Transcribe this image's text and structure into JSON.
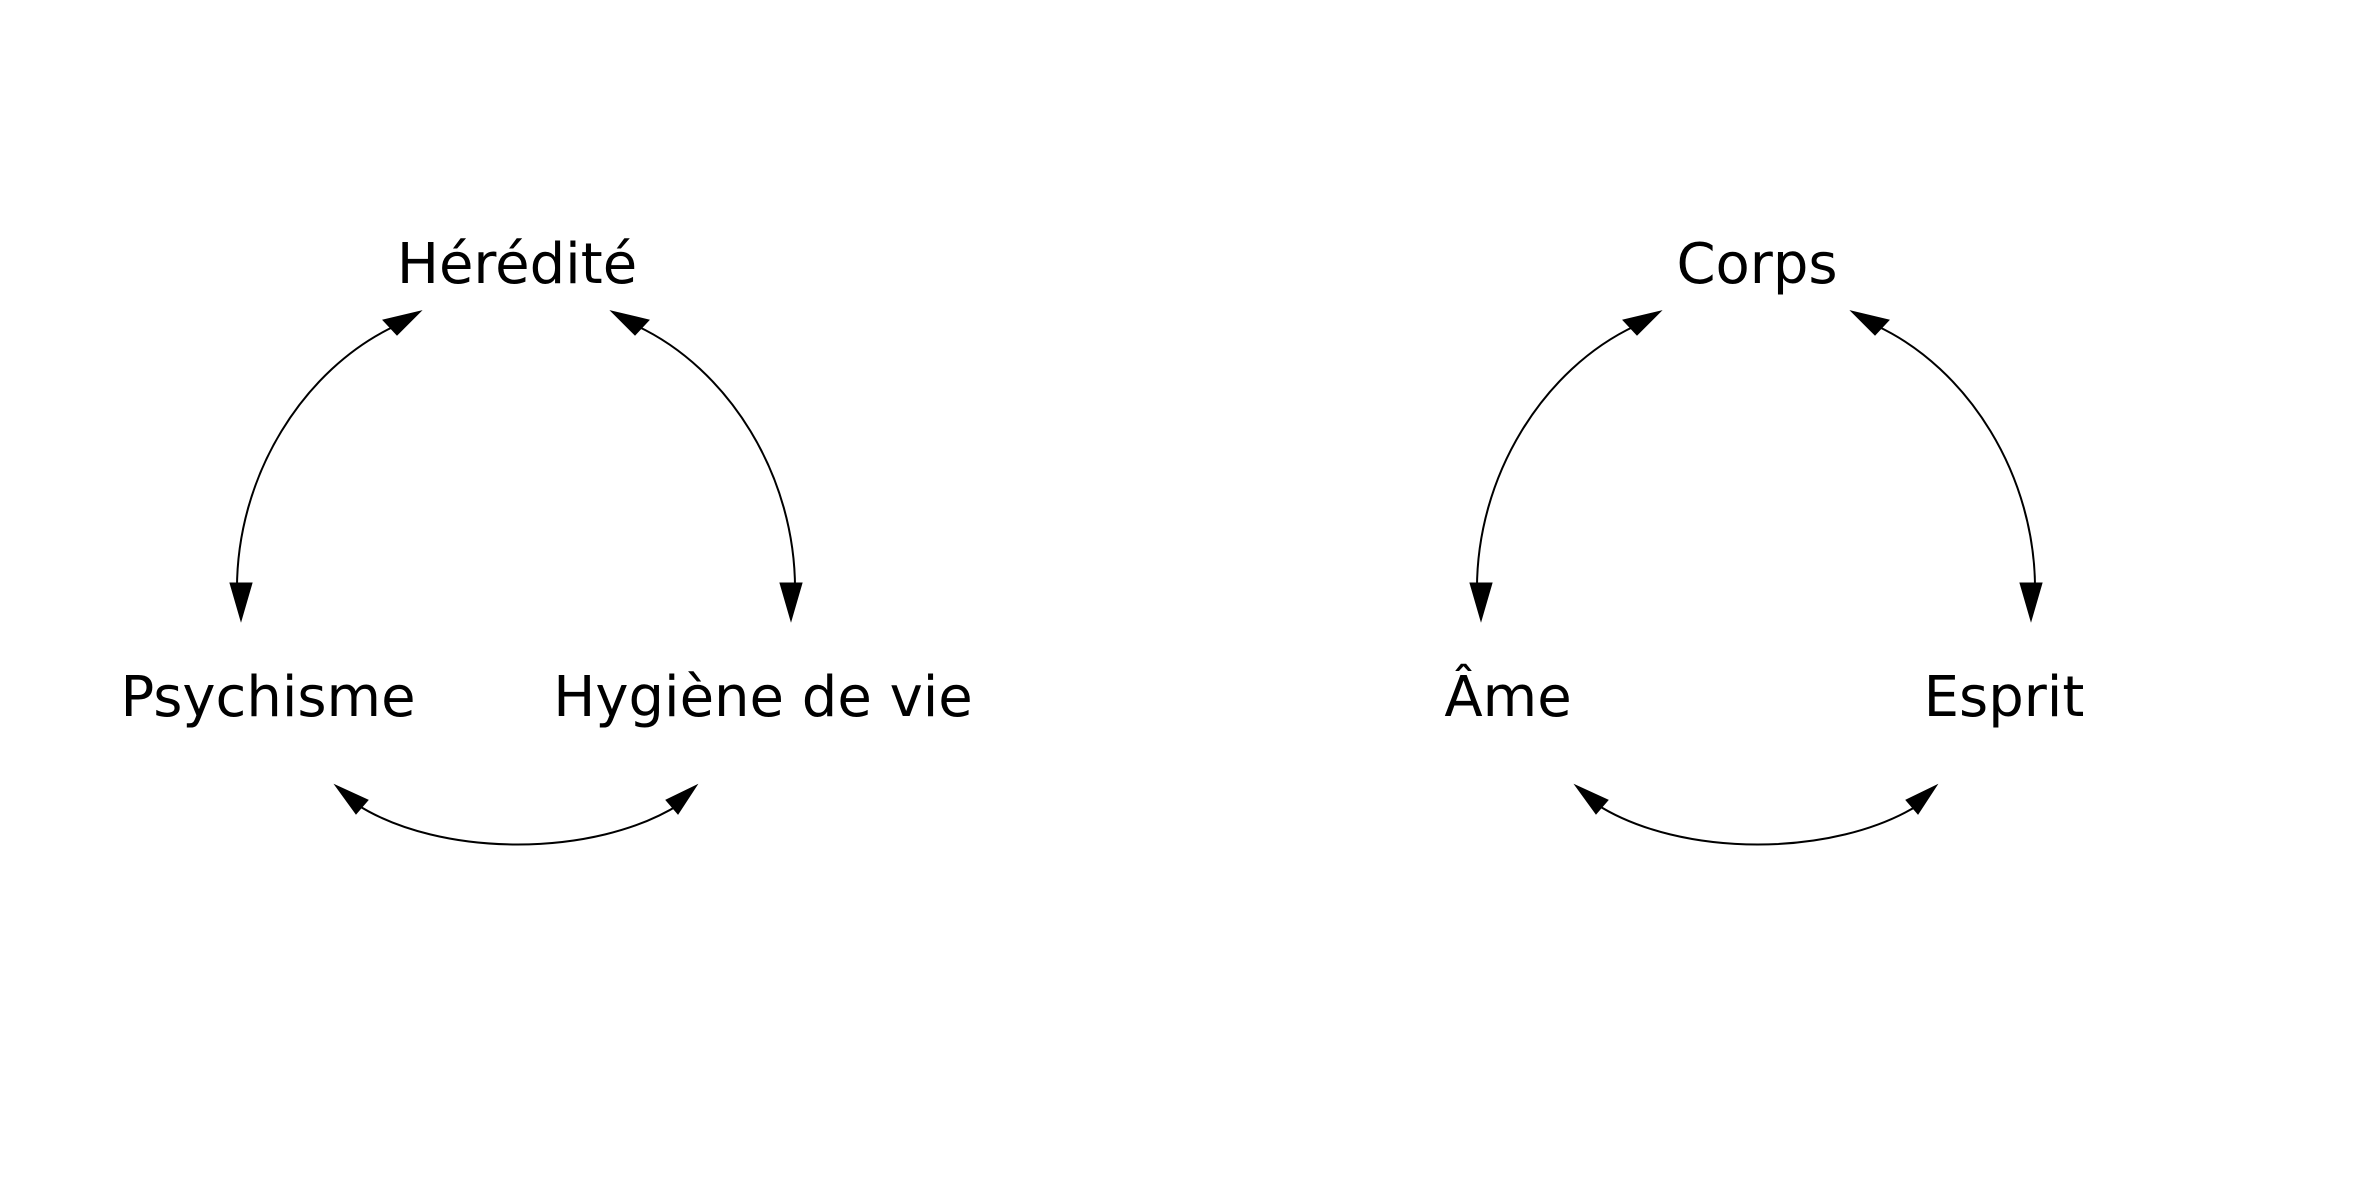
{
  "colors": {
    "background": "#ffffff",
    "ink": "#000000"
  },
  "diagrams": [
    {
      "nodes": {
        "top": "Hérédité",
        "left": "Psychisme",
        "right": "Hygiène de vie"
      },
      "connections": [
        {
          "from": "top",
          "to": "left",
          "direction": "bidirectional"
        },
        {
          "from": "top",
          "to": "right",
          "direction": "bidirectional"
        },
        {
          "from": "left",
          "to": "right",
          "direction": "bidirectional"
        }
      ]
    },
    {
      "nodes": {
        "top": "Corps",
        "left": "Âme",
        "right": "Esprit"
      },
      "connections": [
        {
          "from": "top",
          "to": "left",
          "direction": "bidirectional"
        },
        {
          "from": "top",
          "to": "right",
          "direction": "bidirectional"
        },
        {
          "from": "left",
          "to": "right",
          "direction": "bidirectional"
        }
      ]
    }
  ]
}
